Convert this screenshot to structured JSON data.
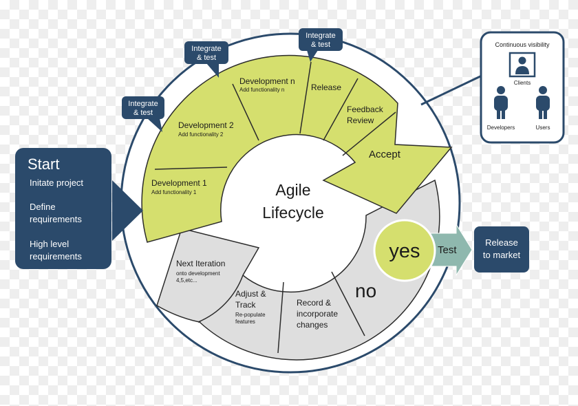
{
  "center": {
    "line1": "Agile",
    "line2": "Lifecycle"
  },
  "start_box": {
    "title": "Start",
    "items": [
      {
        "l1": "Initate project"
      },
      {
        "l1": "Define",
        "l2": "requirements"
      },
      {
        "l1": "High level",
        "l2": "requirements"
      }
    ]
  },
  "segments": {
    "dev1": {
      "title": "Development 1",
      "sub": "Add functionality 1"
    },
    "dev2": {
      "title": "Development 2",
      "sub": "Add functionality 2"
    },
    "devn": {
      "title": "Development n",
      "sub": "Add functionality n"
    },
    "release": {
      "title": "Release"
    },
    "feedback": {
      "l1": "Feedback",
      "l2": "Review"
    },
    "accept": {
      "title": "Accept"
    },
    "no": {
      "title": "no"
    },
    "record": {
      "l1": "Record &",
      "l2": "incorporate",
      "l3": "changes"
    },
    "adjust": {
      "l1": "Adjust &",
      "l2": "Track",
      "s1": "Re-populate",
      "s2": "features"
    },
    "next": {
      "title": "Next Iteration",
      "s1": "onto development",
      "s2": "4,5,etc..."
    }
  },
  "callouts": [
    {
      "l1": "Integrate",
      "l2": "& test"
    },
    {
      "l1": "Integrate",
      "l2": "& test"
    },
    {
      "l1": "Integrate",
      "l2": "& test"
    }
  ],
  "yes_label": "yes",
  "test_label": "Test",
  "release_box": {
    "l1": "Release",
    "l2": "to market"
  },
  "visibility": {
    "title": "Continuous visibility",
    "clients": "Clients",
    "developers": "Developers",
    "users": "Users"
  },
  "colors": {
    "navy": "#2b4a6b",
    "yellow_green": "#d5df6e",
    "light_gray": "#dedede",
    "teal": "#8fb8ae",
    "outline": "#2b2b2b"
  }
}
